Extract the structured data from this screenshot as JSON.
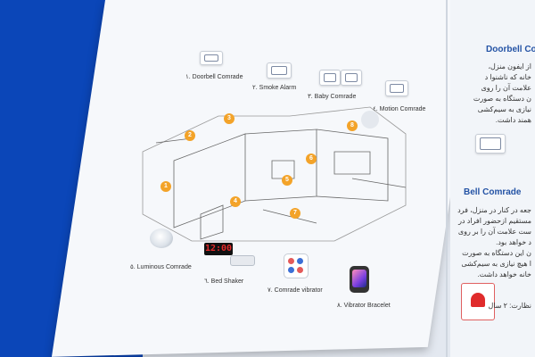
{
  "devices": {
    "doorbell": "١. Doorbell Comrade",
    "smoke": "٢. Smoke Alarm",
    "baby": "٣. Baby Comrade",
    "motion": "٤. Motion Comrade",
    "luminous": "٥. Luminous Comrade",
    "bed": "٦. Bed Shaker",
    "vibrator": "٧. Comrade vibrator",
    "bracelet": "٨. Vibrator Bracelet"
  },
  "clock_display": "12:00",
  "badges": [
    "1",
    "2",
    "3",
    "4",
    "5",
    "6",
    "7",
    "8"
  ],
  "right_column": {
    "heading_top": "Doorbell Co",
    "heading_bottom": "Bell Comrade",
    "text_top": [
      "از ایفون منزل،",
      "خانه که ناشنوا د",
      "علامت آن را روی",
      "ن دستگاه به صورت",
      "نیازی به سیم‌کشی",
      "همند داشت."
    ],
    "text_bottom": [
      "جعه در کنار در منزل، فرد",
      "مستقیم ازحضور افراد در",
      "ست علامت آن را بر روی",
      "د خواهد بود.",
      "ن این دستگاه به صورت",
      "ا هیچ نیازی به سیم‌کشی",
      "خانه خواهد داشت."
    ],
    "warranty": "نظارت: ۲ سال"
  },
  "colors": {
    "background": "#0b46b8",
    "accent": "#f3a329",
    "heading": "#2453a5"
  }
}
